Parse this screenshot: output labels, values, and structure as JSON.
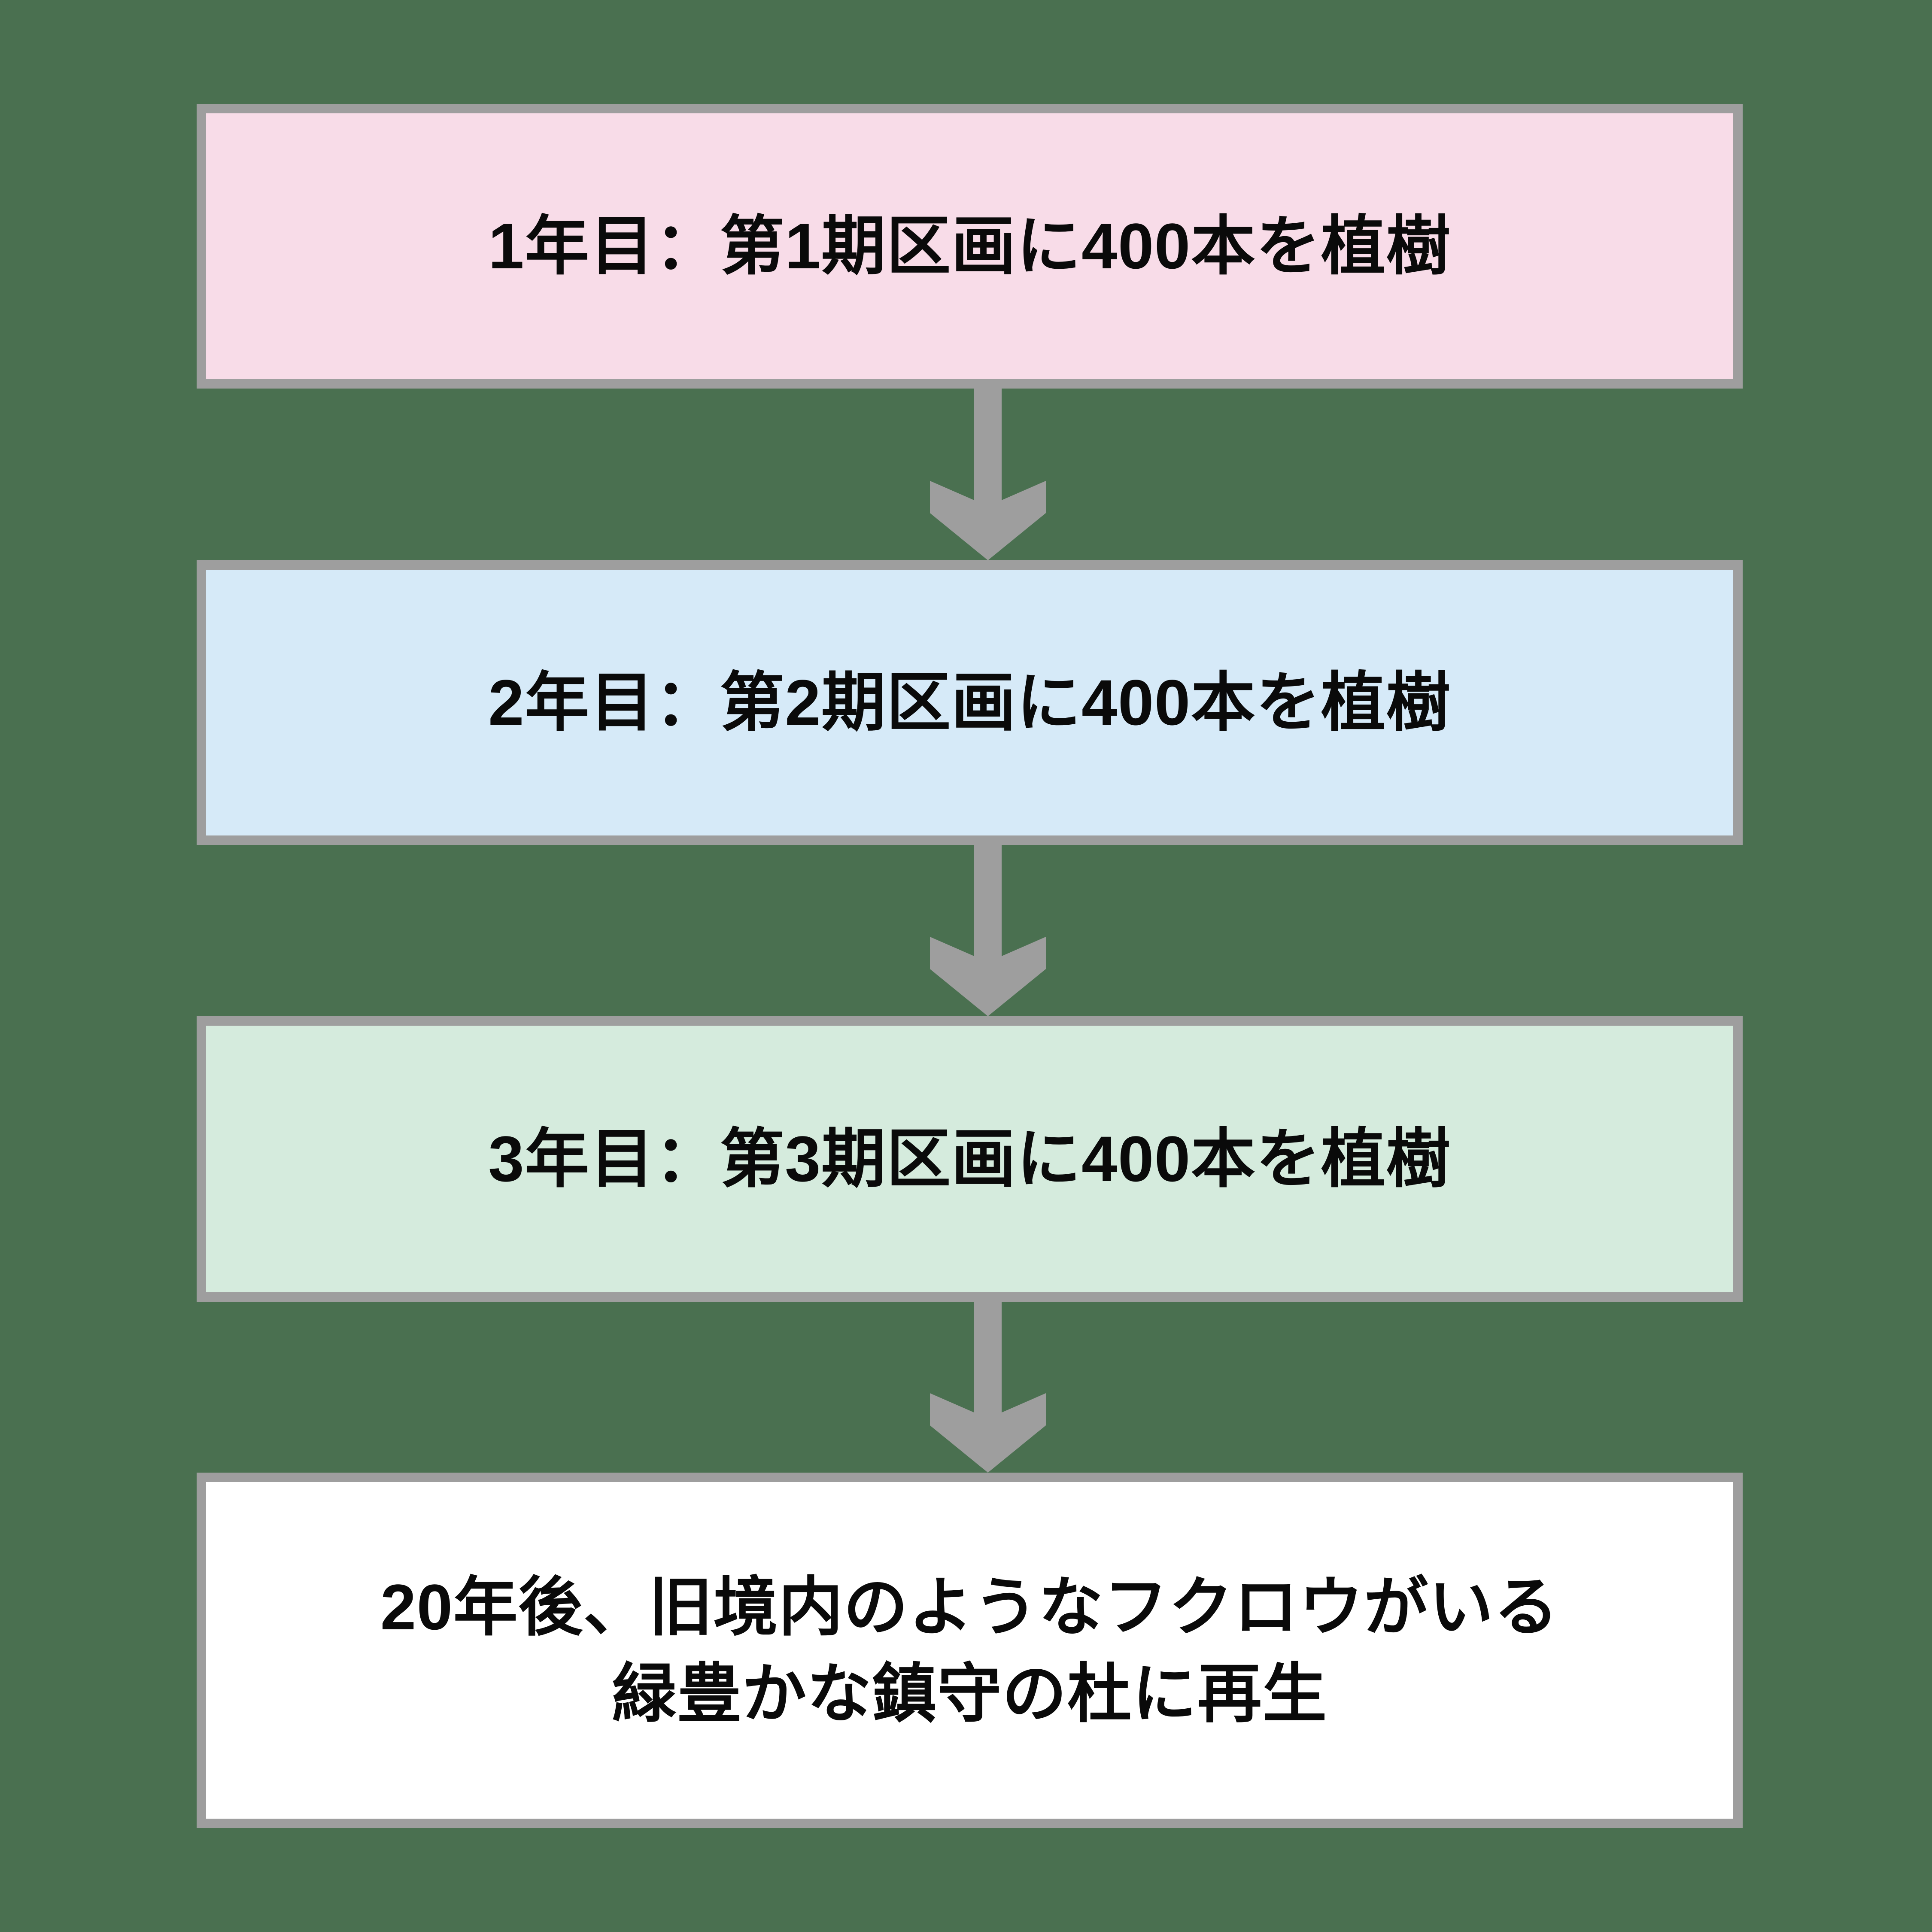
{
  "diagram": {
    "type": "vertical-flowchart",
    "background_color": "#4a7050",
    "border_color": "#9e9e9e",
    "arrow_color": "#9e9e9e",
    "nodes": [
      {
        "id": "year-1",
        "label": "1年目：第1期区画に400本を植樹",
        "fill_color": "#f8dce8"
      },
      {
        "id": "year-2",
        "label": "2年目：第2期区画に400本を植樹",
        "fill_color": "#d6eaf8"
      },
      {
        "id": "year-3",
        "label": "3年目：第3期区画に400本を植樹",
        "fill_color": "#d5ebdd"
      },
      {
        "id": "outcome",
        "label_line1": "20年後、旧境内のようなフクロウがいる",
        "label_line2": "緑豊かな鎮守の杜に再生",
        "fill_color": "#ffffff"
      }
    ],
    "connectors": [
      {
        "id": "arrow-1",
        "from": "year-1",
        "to": "year-2",
        "icon": "arrow-down-icon"
      },
      {
        "id": "arrow-2",
        "from": "year-2",
        "to": "year-3",
        "icon": "arrow-down-icon"
      },
      {
        "id": "arrow-3",
        "from": "year-3",
        "to": "outcome",
        "icon": "arrow-down-icon"
      }
    ]
  }
}
